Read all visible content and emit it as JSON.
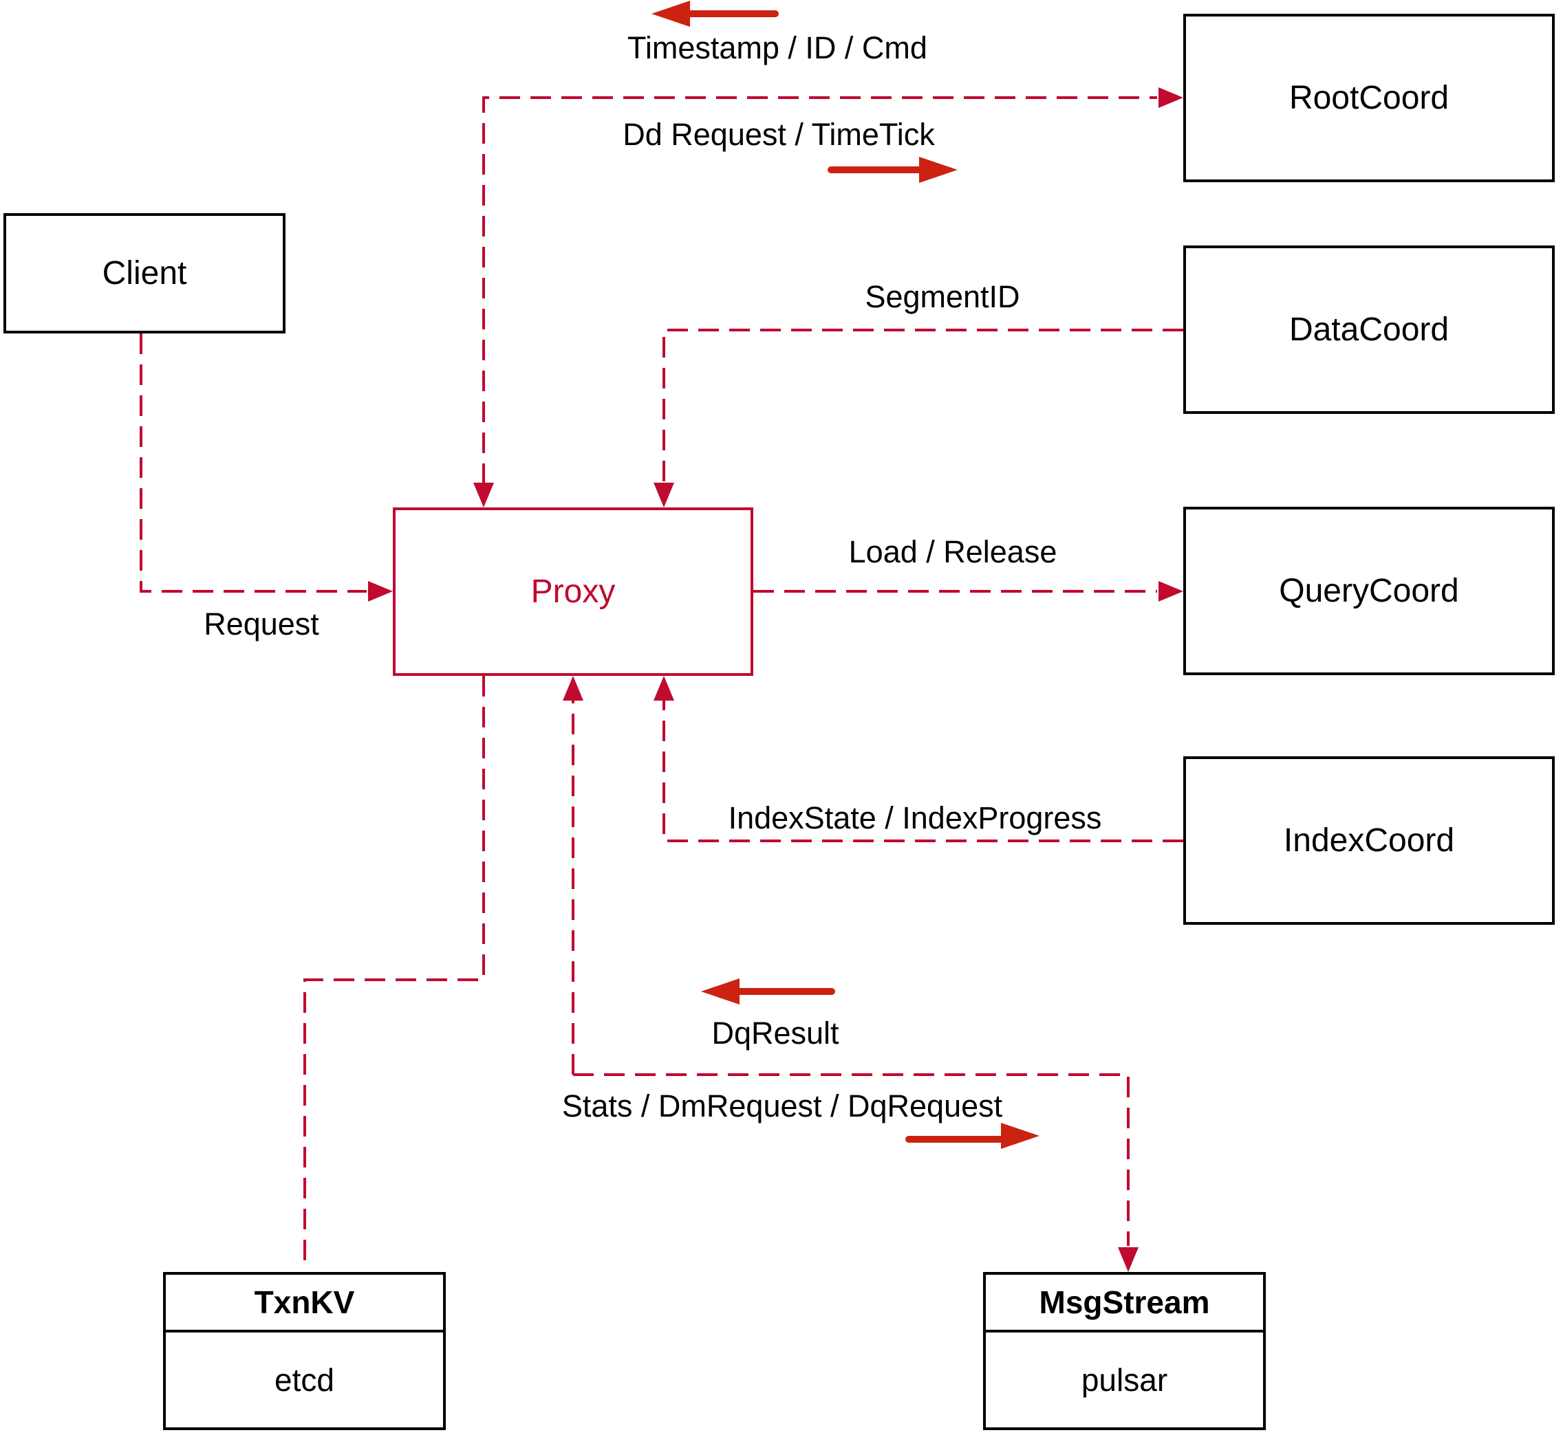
{
  "colors": {
    "dashed_line": "#c00a30",
    "solid_arrow": "#cc2211",
    "box_border": "#000000",
    "proxy_accent": "#c00a30",
    "text": "#000000"
  },
  "nodes": {
    "client": {
      "label": "Client"
    },
    "proxy": {
      "label": "Proxy"
    },
    "root_coord": {
      "label": "RootCoord"
    },
    "data_coord": {
      "label": "DataCoord"
    },
    "query_coord": {
      "label": "QueryCoord"
    },
    "index_coord": {
      "label": "IndexCoord"
    },
    "txn_kv": {
      "title": "TxnKV",
      "subtitle": "etcd"
    },
    "msg_stream": {
      "title": "MsgStream",
      "subtitle": "pulsar"
    }
  },
  "edge_labels": {
    "timestamp": "Timestamp / ID / Cmd",
    "dd_request": "Dd Request / TimeTick",
    "segment_id": "SegmentID",
    "load_release": "Load / Release",
    "index_state": "IndexState / IndexProgress",
    "request": "Request",
    "dq_result": "DqResult",
    "stats": "Stats / DmRequest / DqRequest"
  }
}
